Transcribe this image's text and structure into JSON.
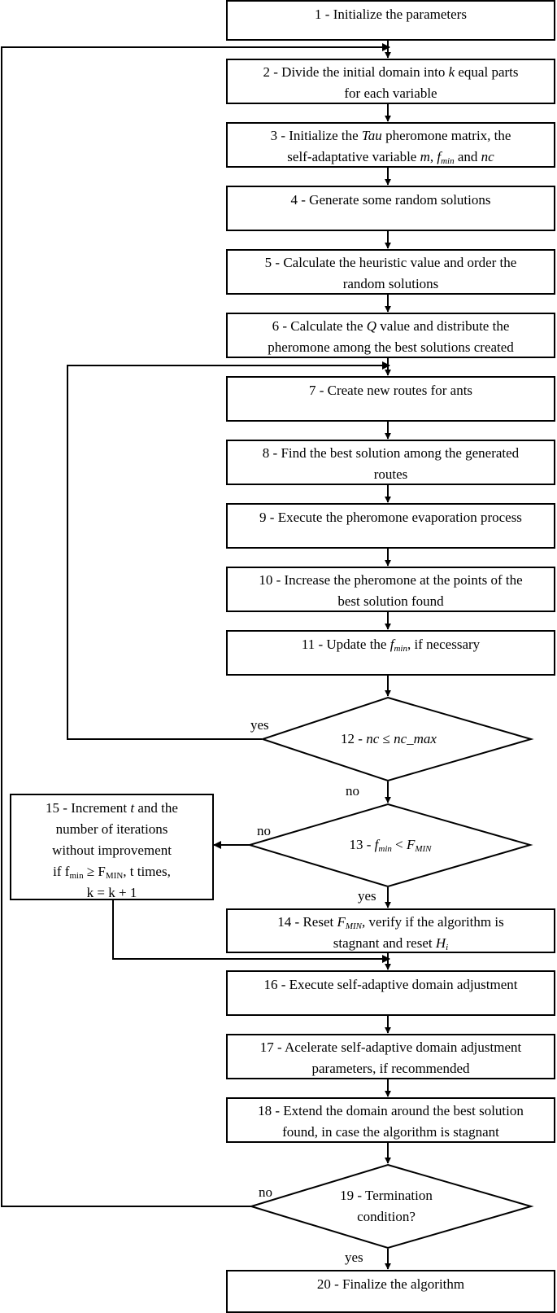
{
  "steps": {
    "s1": "1 - Initialize the parameters",
    "s2": {
      "p1": "2 - Divide the initial domain into ",
      "k": "k",
      "p2": " equal parts",
      "l2": "for each variable"
    },
    "s3": {
      "p1": "3 - Initialize the ",
      "tau": "Tau",
      "p2": " pheromone matrix, the",
      "p3": "self-adaptative variable ",
      "m": "m",
      "p4": ", ",
      "f": "f",
      "fsub": "min",
      "p5": " and ",
      "nc": "nc"
    },
    "s4": "4 - Generate some random solutions",
    "s5": {
      "l1": "5 - Calculate the heuristic value and order the",
      "l2": "random solutions"
    },
    "s6": {
      "p1": "6 - Calculate the ",
      "q": "Q",
      "p2": " value and distribute the",
      "l2": "pheromone among the best solutions created"
    },
    "s7": "7 - Create new routes for ants",
    "s8": {
      "l1": "8 - Find the best solution among the generated",
      "l2": "routes"
    },
    "s9": "9 - Execute the pheromone evaporation process",
    "s10": {
      "l1": "10 - Increase the pheromone at the points of the",
      "l2": "best solution found"
    },
    "s11": {
      "p1": "11 - Update the ",
      "f": "f",
      "fsub": "min",
      "p2": ", if necessary"
    },
    "s12": {
      "p1": "12 - ",
      "nc": "nc",
      "p2": " ≤ ",
      "ncmax": "nc_max"
    },
    "s13": {
      "p1": "13 - ",
      "f": "f",
      "fsub": "min",
      "p2": " < ",
      "F": "F",
      "Fsub": "MIN"
    },
    "s14": {
      "p1": "14 - Reset ",
      "F": "F",
      "Fsub": "MIN",
      "p2": ", verify if the algorithm is",
      "p3": "stagnant and reset ",
      "H": "H",
      "Hsub": "i"
    },
    "s15": {
      "p1": "15 - Increment ",
      "t": "t",
      "p2": " and the",
      "l2": "number of iterations",
      "l3": "without improvement",
      "p3": "if f",
      "fsub": "min",
      "p4": " ≥ F",
      "Fsub": "MIN",
      "p5": ", t times,",
      "l5": "k = k + 1"
    },
    "s16": "16 - Execute self-adaptive domain adjustment",
    "s17": {
      "l1": "17 - Acelerate self-adaptive domain adjustment",
      "l2": "parameters, if recommended"
    },
    "s18": {
      "l1": "18 - Extend the domain around the best solution",
      "l2": "found, in case the algorithm is stagnant"
    },
    "s19": {
      "l1": "19 - Termination",
      "l2": "condition?"
    },
    "s20": "20 - Finalize the algorithm"
  },
  "labels": {
    "d12_yes": "yes",
    "d12_no": "no",
    "d13_no": "no",
    "d13_yes": "yes",
    "d19_no": "no",
    "d19_yes": "yes"
  }
}
